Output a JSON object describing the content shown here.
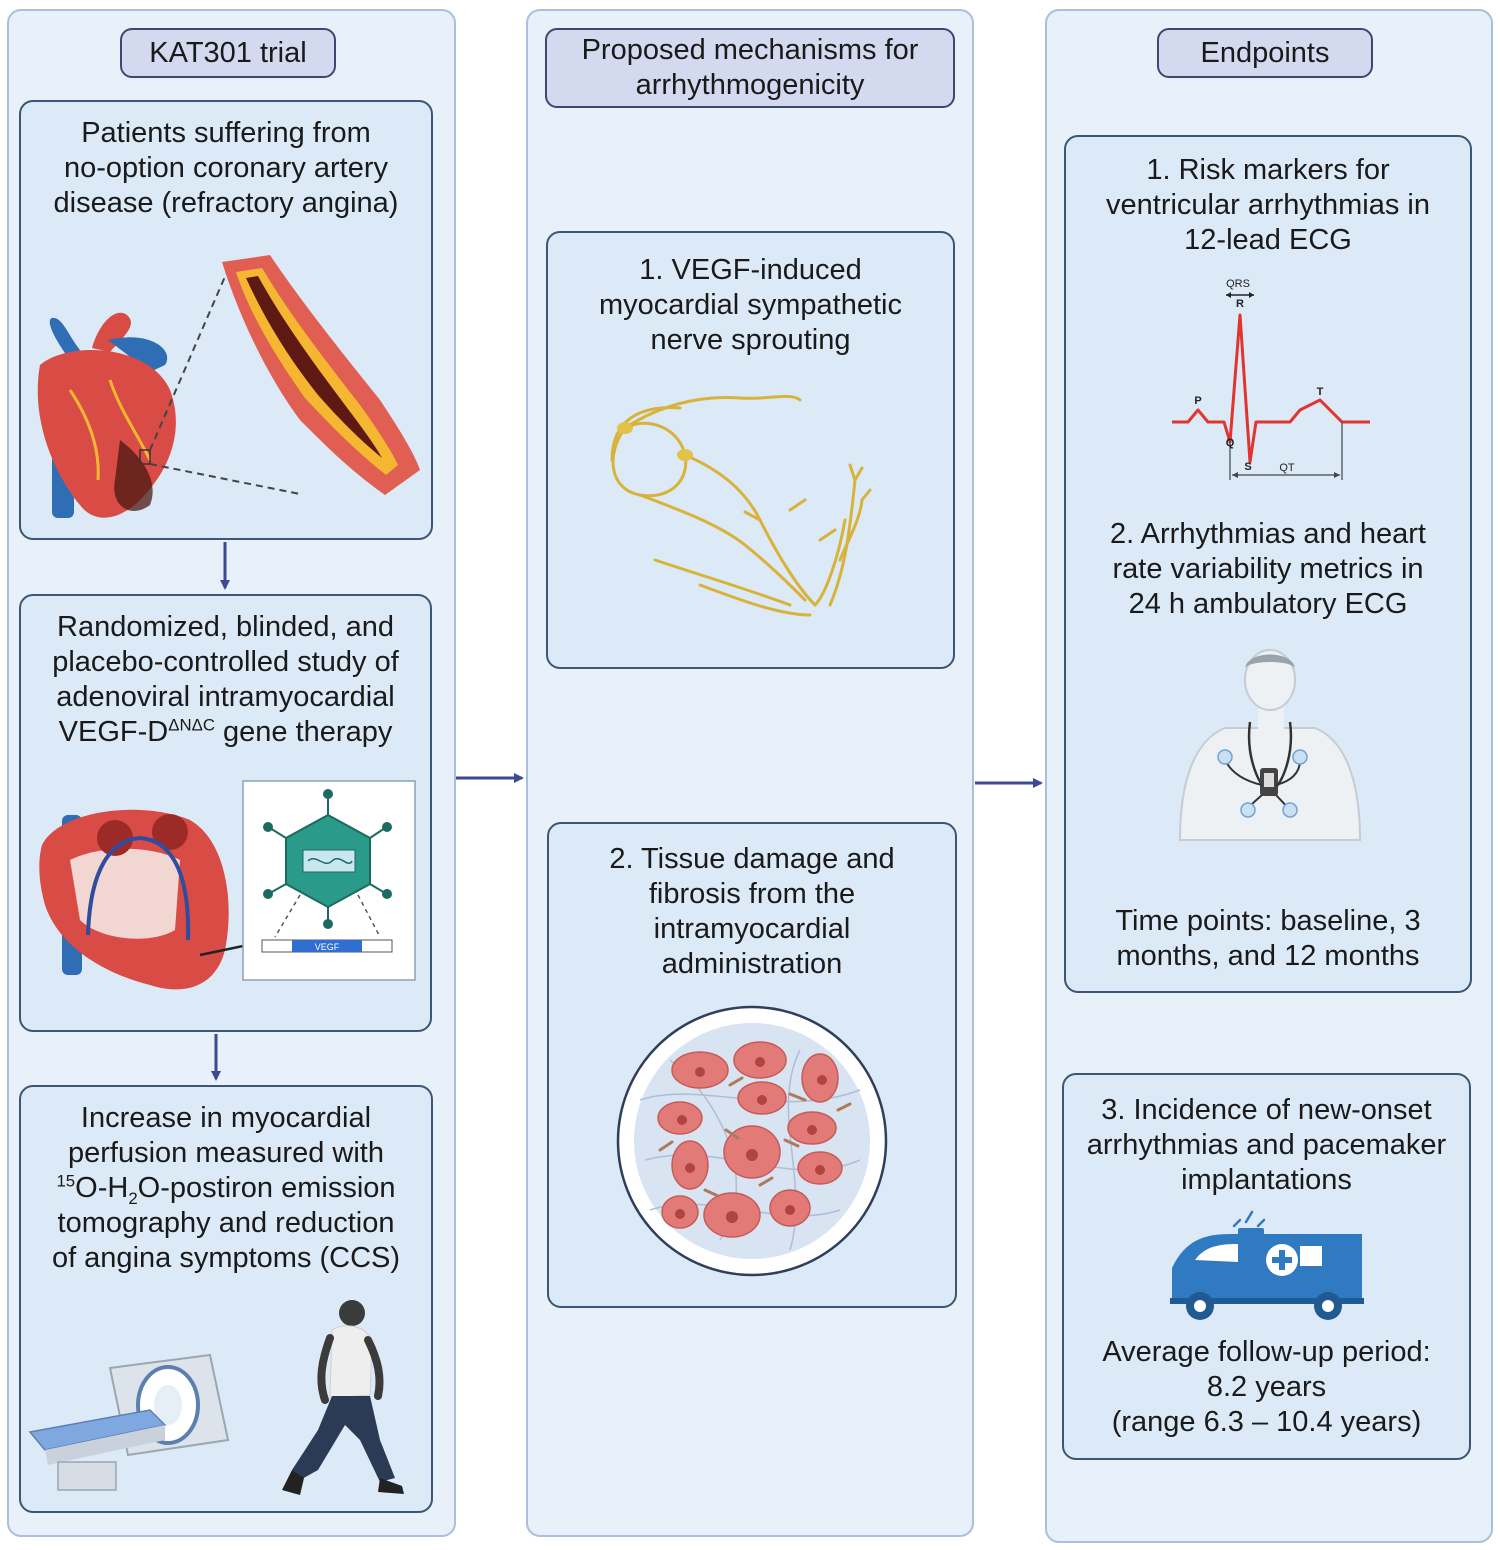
{
  "left": {
    "header": "KAT301 trial",
    "box1_lines": [
      "Patients suffering from",
      "no-option coronary artery",
      "disease (refractory angina)"
    ],
    "box2_lines": [
      "Randomized, blinded, and",
      "placebo-controlled study of",
      "adenoviral intramyocardial"
    ],
    "box2_last": {
      "pre": "VEGF-D",
      "sup": "ΔNΔC",
      "post": " gene therapy"
    },
    "vector_label": "VEGF",
    "box3_line1": "Increase in myocardial",
    "box3_line2": "perfusion measured with",
    "box3_line3": {
      "sup": "15",
      "a": "O-H",
      "sub": "2",
      "b": "O-postiron emission"
    },
    "box3_line4": "tomography and reduction",
    "box3_line5": "of angina symptoms (CCS)"
  },
  "middle": {
    "header": [
      "Proposed mechanisms for",
      "arrhythmogenicity"
    ],
    "box1_lines": [
      "1. VEGF-induced",
      "myocardial sympathetic",
      "nerve sprouting"
    ],
    "box2_lines": [
      "2. Tissue damage and",
      "fibrosis from the",
      "intramyocardial",
      "administration"
    ]
  },
  "right": {
    "header": "Endpoints",
    "box1_lines1": [
      "1. Risk markers for",
      "ventricular arrhythmias in",
      "12-lead ECG"
    ],
    "ecg": {
      "qrs": "QRS",
      "r": "R",
      "p": "P",
      "q": "Q",
      "s": "S",
      "t": "T",
      "qt": "QT"
    },
    "box1_lines2": [
      "2. Arrhythmias and heart",
      "rate variability metrics in",
      "24 h ambulatory ECG"
    ],
    "box1_lines3": [
      "Time points: baseline, 3",
      "months, and 12 months"
    ],
    "box2_lines1": [
      "3. Incidence of new-onset",
      "arrhythmias and pacemaker",
      "implantations"
    ],
    "box2_lines2": [
      "Average follow-up period:",
      "8.2 years",
      "(range 6.3 – 10.4 years)"
    ]
  },
  "colors": {
    "column_bg": "#e8f0fa",
    "box_bg": "#dce9f7",
    "box_border": "#3c5775",
    "pill_bg": "#d3d9ef",
    "arrow": "#3d4a8f",
    "heart_red": "#d94b45",
    "vessel_blue": "#2f6db5",
    "nerve_yellow": "#d8b33a",
    "ecg_red": "#e0352f",
    "ambulance_blue": "#2f7ac0"
  },
  "icons": [
    "heart-icon",
    "artery-icon",
    "heart-cross-section-icon",
    "adenovirus-vector-icon",
    "pet-scanner-icon",
    "walking-person-icon",
    "nerve-icon",
    "fibrosis-tissue-icon",
    "ecg-wave-icon",
    "holter-patient-icon",
    "ambulance-icon"
  ]
}
